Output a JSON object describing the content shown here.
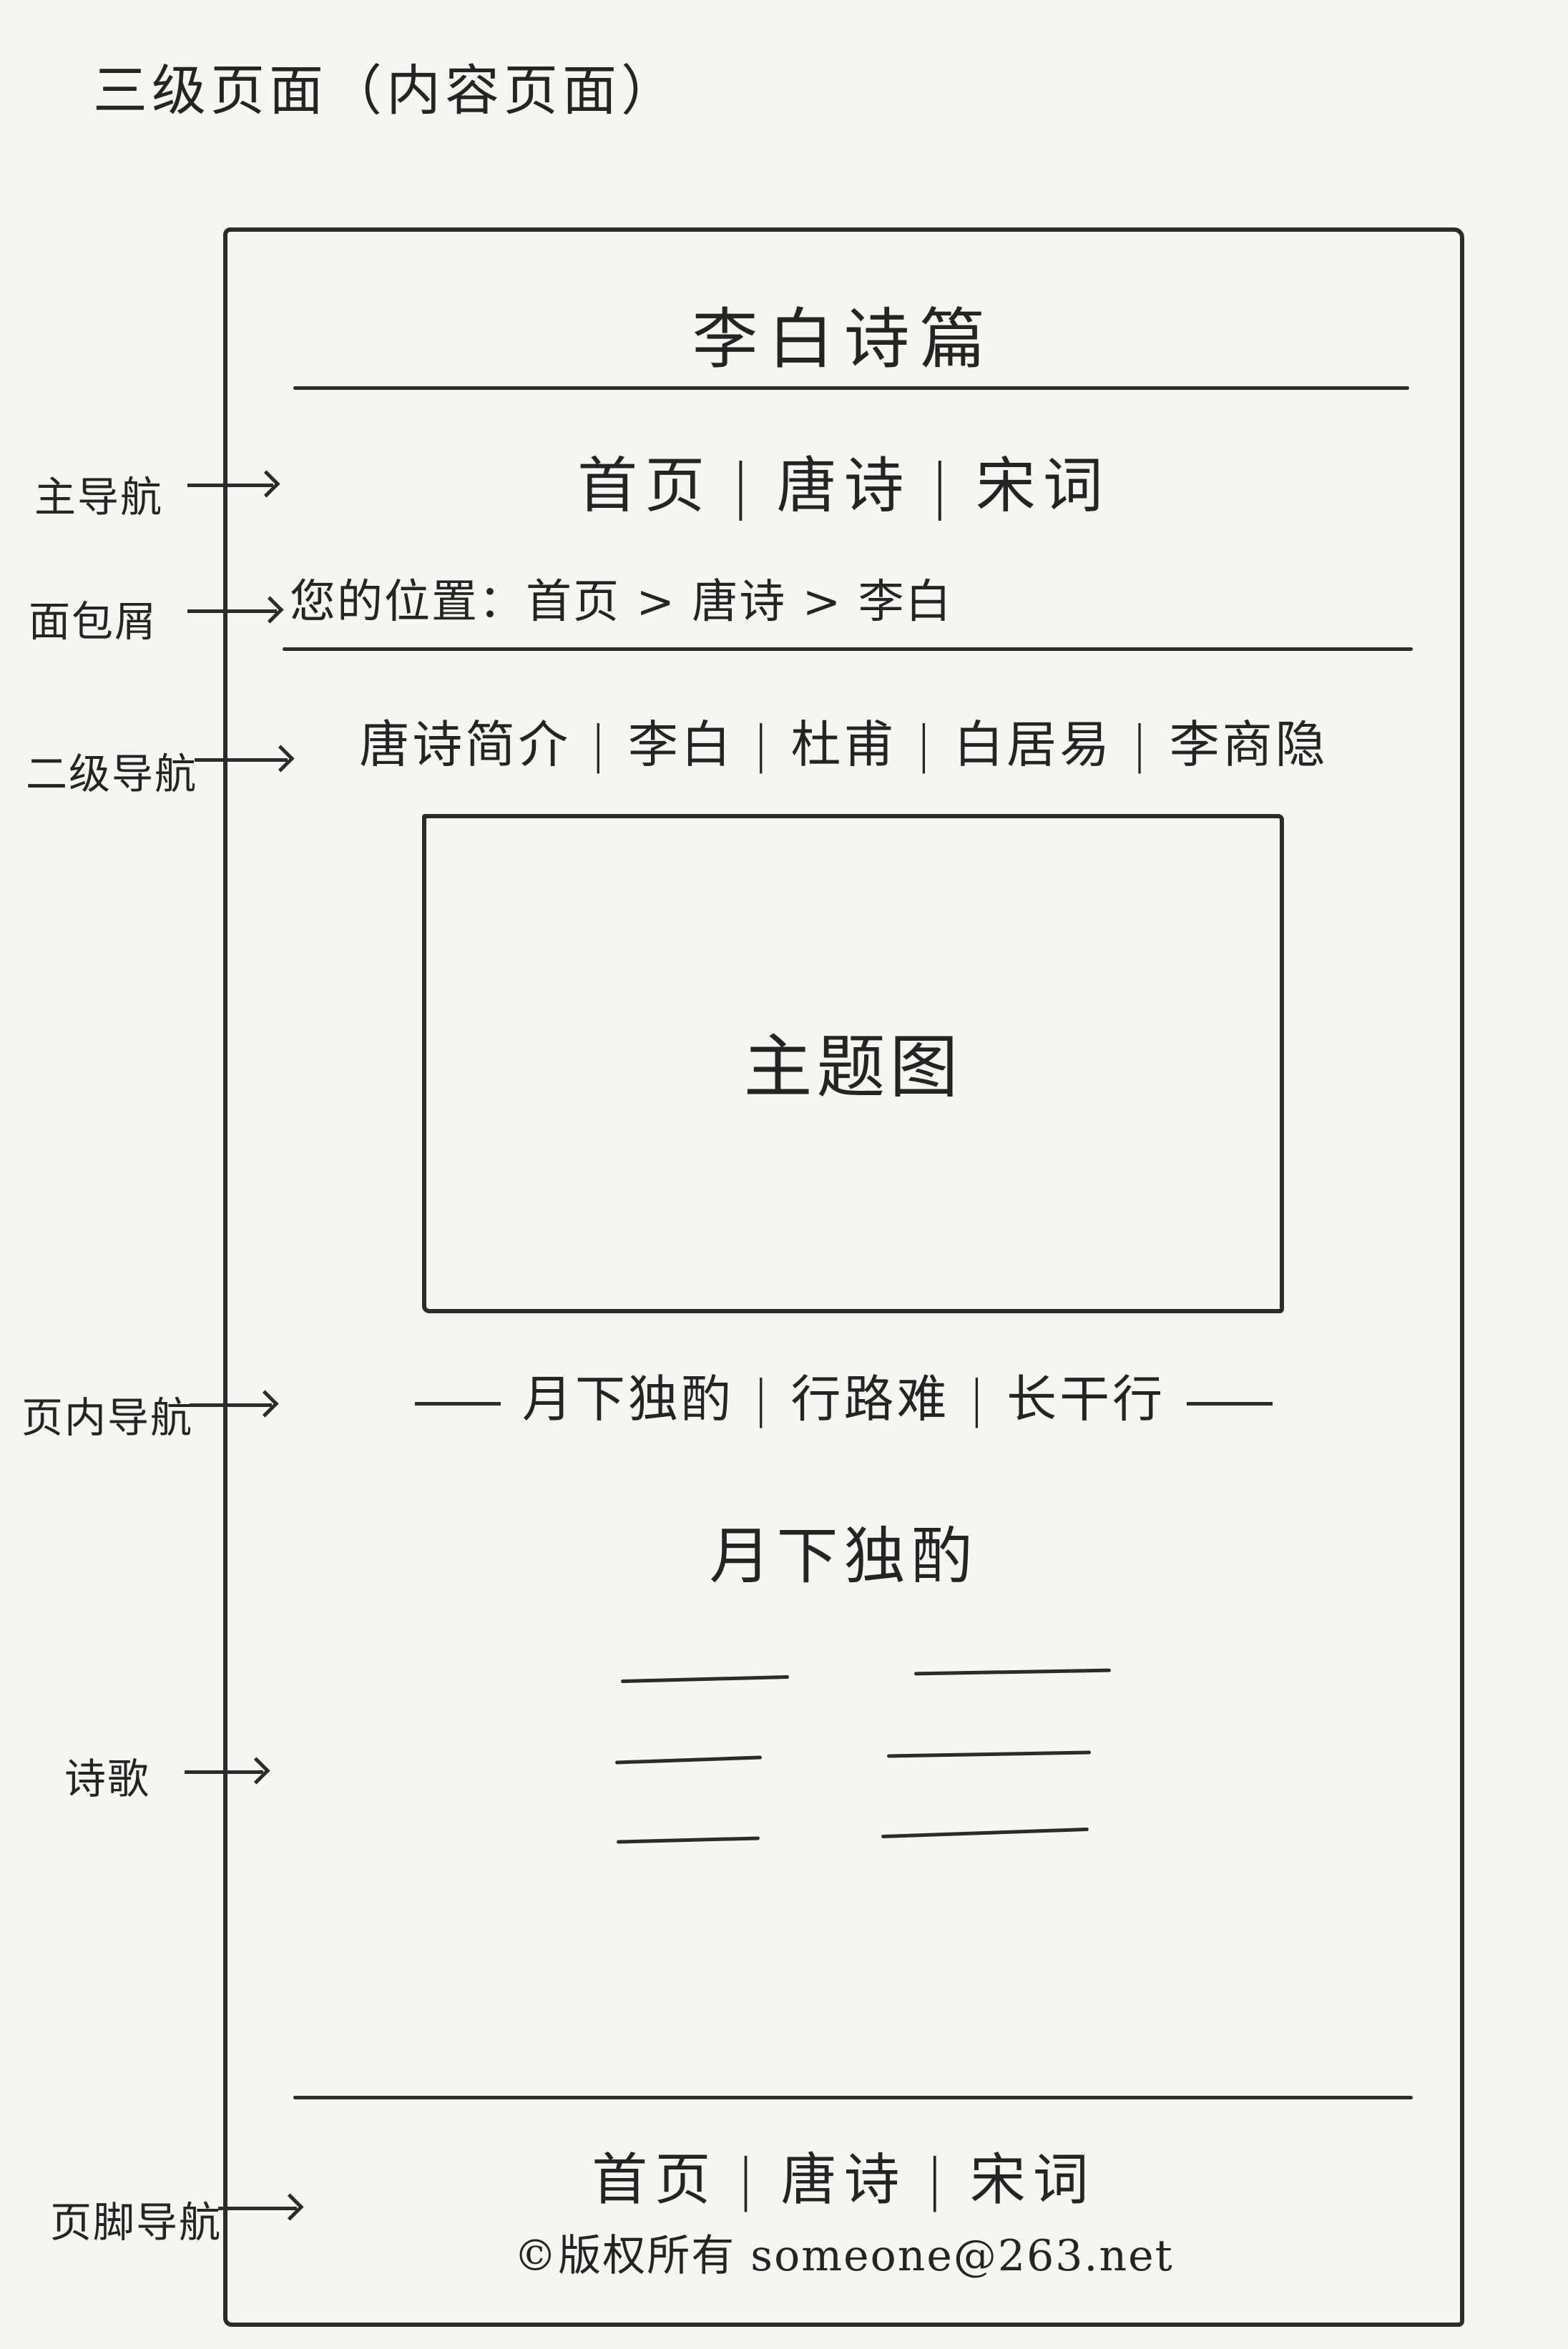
{
  "heading": "三级页面（内容页面）",
  "site_title": "李白诗篇",
  "main_nav": {
    "items": [
      "首页",
      "唐诗",
      "宋词"
    ]
  },
  "breadcrumb": "您的位置：首页 > 唐诗 > 李白",
  "sub_nav": {
    "items": [
      "唐诗简介",
      "李白",
      "杜甫",
      "白居易",
      "李商隐"
    ]
  },
  "hero_label": "主题图",
  "in_page_nav": {
    "items": [
      "月下独酌",
      "行路难",
      "长干行"
    ]
  },
  "poem_title": "月下独酌",
  "footer_nav": {
    "items": [
      "首页",
      "唐诗",
      "宋词"
    ]
  },
  "copyright": "©版权所有 someone@263.net",
  "annotations": {
    "main_nav": "主导航",
    "breadcrumb": "面包屑",
    "sub_nav": "二级导航",
    "in_page_nav": "页内导航",
    "poem": "诗歌",
    "footer_nav": "页脚导航"
  }
}
